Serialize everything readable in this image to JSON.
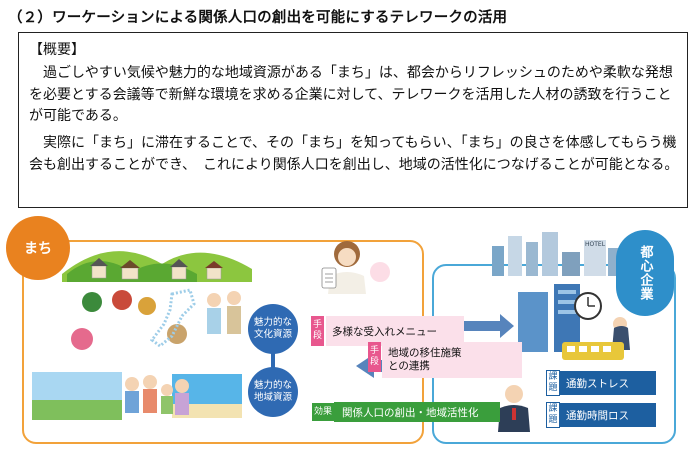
{
  "heading": "（２）ワーケーションによる関係人口の創出を可能にするテレワークの活用",
  "summary": {
    "label": "【概要】",
    "paragraph1": "過ごしやすい気候や魅力的な地域資源がある「まち」は、都会からリフレッシュのためや柔軟な発想を必要とする会議等で新鮮な環境を求める企業に対して、テレワークを活用した人材の誘致を行うことが可能である。",
    "paragraph2": "実際に「まち」に滞在することで、その「まち」を知ってもらい、「まち」の良さを体感してもらう機会も創出することができ、　これにより関係人口を創出し、地域の活性化につなげることが可能となる。"
  },
  "figure": {
    "town_label": "まち",
    "corp_label": "都心企業",
    "resource1": [
      "魅力的な",
      "文化資源"
    ],
    "resource2": [
      "魅力的な",
      "地域資源"
    ],
    "means_tag": [
      "手",
      "段"
    ],
    "means1": "多様な受入れメニュー",
    "means2": [
      "地域の移住施策",
      "との連携"
    ],
    "effect_tag": "効果",
    "effect": "関係人口の創出・地域活性化",
    "issue_tag": [
      "課",
      "題"
    ],
    "issue1": "通勤ストレス",
    "issue2": "通勤時間ロス",
    "hotel_sign": "HOTEL",
    "colors": {
      "town": "#e9821f",
      "corp": "#2e8fca",
      "resource": "#2f6ab3",
      "means": "#e8578e",
      "effect": "#3a9e3c",
      "issue": "#1d5fa0"
    }
  }
}
